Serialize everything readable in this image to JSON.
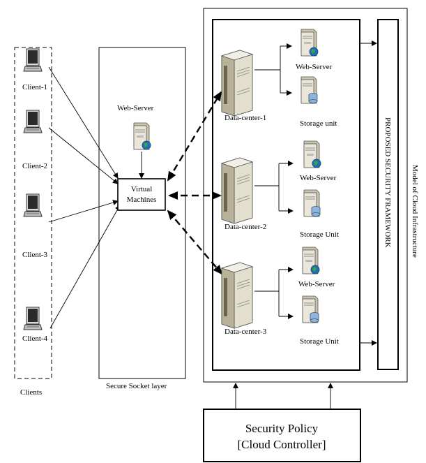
{
  "clients": {
    "group_label": "Clients",
    "items": [
      {
        "label": "Client-1"
      },
      {
        "label": "Client-2"
      },
      {
        "label": "Client-3"
      },
      {
        "label": "Client-4"
      }
    ]
  },
  "ssl": {
    "label": "Secure Socket layer",
    "web_server_label": "Web-Server",
    "vm_label_line1": "Virtual",
    "vm_label_line2": "Machines"
  },
  "cloud": {
    "outer_label": "Model of Cloud Infrastructure",
    "framework_label": "PROPOSED SECURITY FRAMEWORK",
    "datacenters": [
      {
        "label": "Data-center-1",
        "web_label": "Web-Server",
        "storage_label": "Storage unit"
      },
      {
        "label": "Data-center-2",
        "web_label": "Web-Server",
        "storage_label": "Storage Unit"
      },
      {
        "label": "Data-center-3",
        "web_label": "Web-Server",
        "storage_label": "Storage Unit"
      }
    ]
  },
  "policy": {
    "line1": "Security Policy",
    "line2": "[Cloud Controller]"
  },
  "colors": {
    "laptop_screen": "#2b2b2b",
    "server_body": "#e9e6d8",
    "server_side": "#c9c4ae",
    "globe": "#1f6fb8",
    "globe_green": "#3aa34a",
    "storage_disk": "#8fb3d9"
  }
}
